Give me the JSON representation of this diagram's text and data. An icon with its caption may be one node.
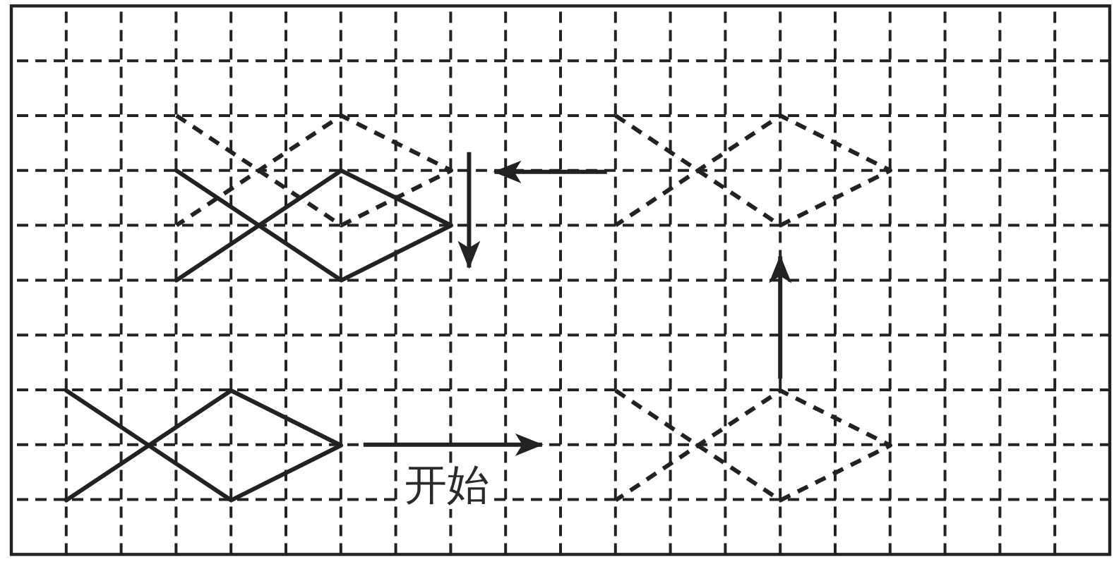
{
  "diagram": {
    "nodes": [
      {
        "text": [],
        "shape": "fish"
      },
      {
        "text": [],
        "shape": "fish"
      },
      {
        "text": [],
        "shape": "fish"
      },
      {
        "text": [],
        "shape": "fish"
      },
      {
        "text": [],
        "shape": "fish"
      }
    ],
    "edges": [
      {
        "from": 3,
        "to": 4,
        "arrow": "to",
        "label": "开始"
      },
      {
        "from": 4,
        "to": 2,
        "arrow": "to"
      },
      {
        "from": 2,
        "to": 0,
        "arrow": "to"
      },
      {
        "from": 0,
        "to": 1,
        "arrow": "to"
      }
    ]
  }
}
